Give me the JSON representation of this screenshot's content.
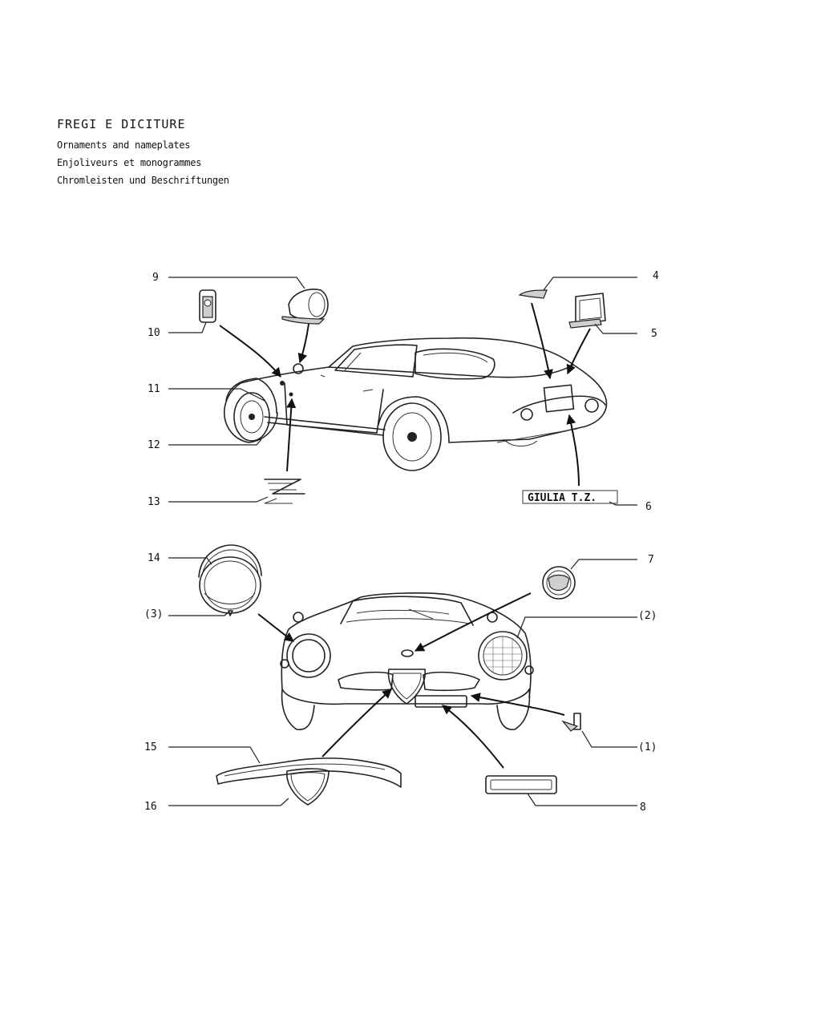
{
  "header": {
    "title": "FREGI E DICITURE",
    "lines": [
      "Ornaments and nameplates",
      "Enjoliveurs et monogrammes",
      "Chromleisten und Beschriftungen"
    ]
  },
  "labels": {
    "l9": "9",
    "l10": "10",
    "l11": "11",
    "l12": "12",
    "l13": "13",
    "l4": "4",
    "l5": "5",
    "l6": "6",
    "l14": "14",
    "l3": "(3)",
    "l15": "15",
    "l16": "16",
    "l7": "7",
    "l2": "(2)",
    "l1": "(1)",
    "l8": "8"
  },
  "nameplate": "GIULIA T.Z."
}
